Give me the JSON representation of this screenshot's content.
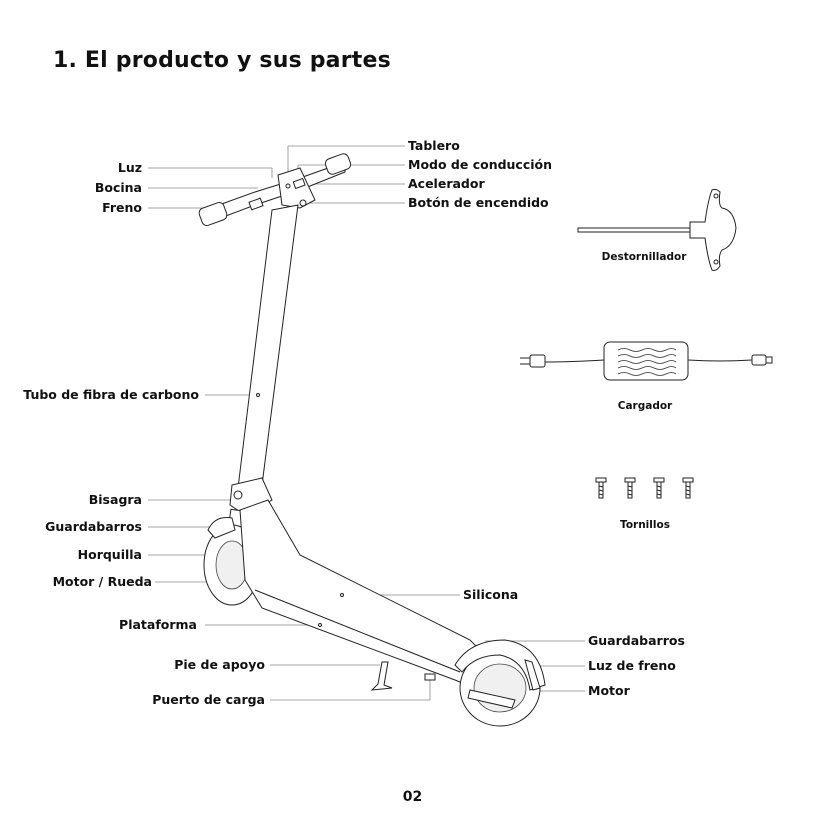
{
  "page": {
    "title": "1. El producto y sus partes",
    "page_number": "02"
  },
  "labels_left": {
    "luz": "Luz",
    "bocina": "Bocina",
    "freno": "Freno",
    "tubo": "Tubo de fibra de carbono",
    "bisagra": "Bisagra",
    "guardabarros_front": "Guardabarros",
    "horquilla": "Horquilla",
    "motor_rueda": "Motor / Rueda",
    "plataforma": "Plataforma",
    "pie_apoyo": "Pie de apoyo",
    "puerto_carga": "Puerto de carga"
  },
  "labels_right": {
    "tablero": "Tablero",
    "modo": "Modo de conducción",
    "acelerador": "Acelerador",
    "boton": "Botón de encendido",
    "silicona": "Silicona",
    "guardabarros_rear": "Guardabarros",
    "luz_freno": "Luz de freno",
    "motor": "Motor"
  },
  "accessories": {
    "destornillador": "Destornillador",
    "cargador": "Cargador",
    "tornillos": "Tornillos"
  },
  "icons": [
    "scooter-illustration",
    "screwdriver-icon",
    "charger-icon",
    "screw-icon"
  ]
}
